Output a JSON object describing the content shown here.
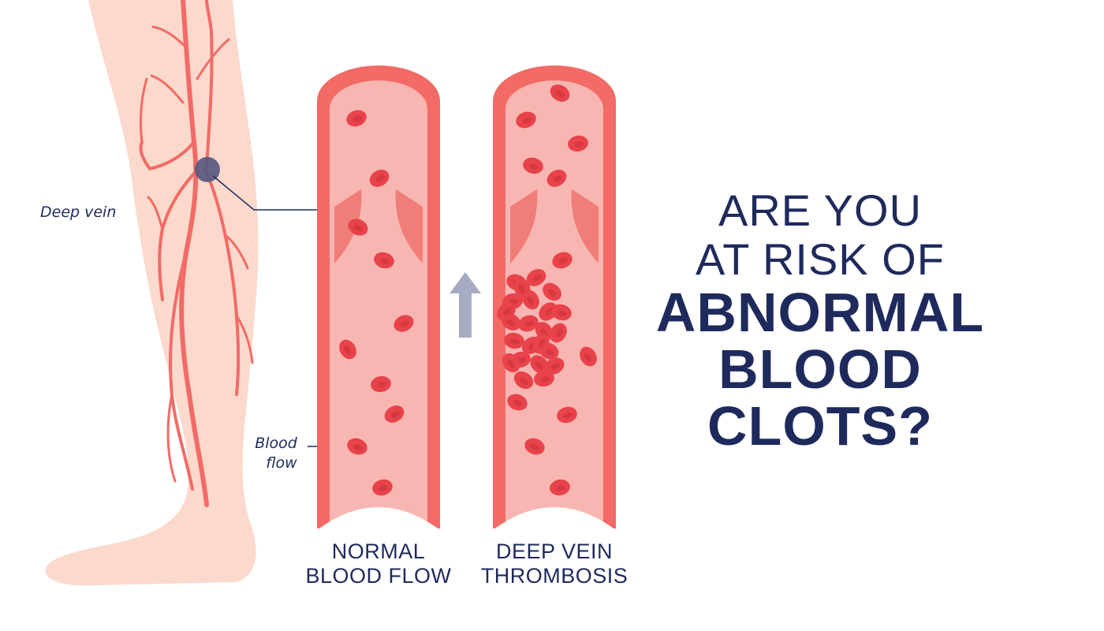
{
  "labels": {
    "deep_vein": "Deep vein",
    "blood_flow_line1": "Blood",
    "blood_flow_line2": "flow"
  },
  "vessels": {
    "normal": {
      "caption_line1": "NORMAL",
      "caption_line2": "BLOOD FLOW"
    },
    "dvt": {
      "caption_line1": "DEEP VEIN",
      "caption_line2": "THROMBOSIS"
    }
  },
  "headline": {
    "line1": "ARE YOU",
    "line2": "AT RISK OF",
    "line3": "ABNORMAL",
    "line4": "BLOOD",
    "line5": "CLOTS?"
  },
  "colors": {
    "text_navy": "#1f2a5c",
    "skin": "#fbd9cc",
    "vein_red": "#f26b66",
    "blood_cell": "#e8424a",
    "vessel_interior": "#f8b6b2",
    "arrow_gray": "#a7abc4"
  }
}
